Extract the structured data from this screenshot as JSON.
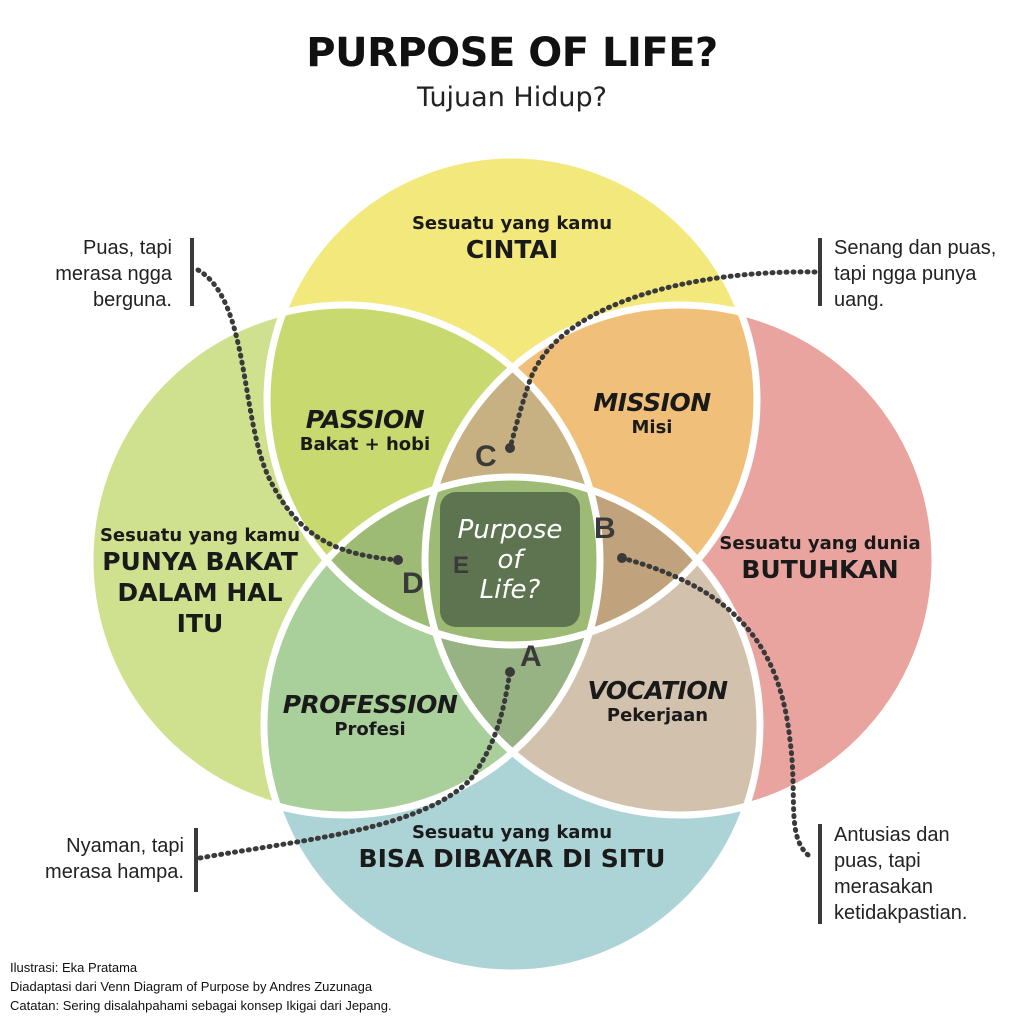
{
  "header": {
    "title": "PURPOSE OF LIFE?",
    "subtitle": "Tujuan Hidup?"
  },
  "circles": {
    "top": {
      "small": "Sesuatu yang kamu",
      "big": "CINTAI",
      "color": "#f2e87c"
    },
    "left": {
      "small": "Sesuatu yang kamu",
      "big_lines": [
        "PUNYA BAKAT",
        "DALAM HAL",
        "ITU"
      ],
      "color": "#cfe08f"
    },
    "right": {
      "small": "Sesuatu yang dunia",
      "big": "BUTUHKAN",
      "color": "#eaa4a0"
    },
    "bottom": {
      "small": "Sesuatu yang kamu",
      "big": "BISA DIBAYAR DI SITU",
      "color": "#acd3d6"
    }
  },
  "regions": {
    "passion": {
      "title": "PASSION",
      "sub": "Bakat + hobi",
      "color": "#c8d970"
    },
    "mission": {
      "title": "MISSION",
      "sub": "Misi",
      "color": "#f0c07a"
    },
    "profession": {
      "title": "PROFESSION",
      "sub": "Profesi",
      "color": "#a9cf9a"
    },
    "vocation": {
      "title": "VOCATION",
      "sub": "Pekerjaan",
      "color": "#d2c2ad"
    }
  },
  "letters": {
    "a": "A",
    "b": "B",
    "c": "C",
    "d": "D",
    "e": "E"
  },
  "center": {
    "lines": [
      "Purpose",
      "of",
      "Life?"
    ],
    "color": "#5e7350"
  },
  "notes": {
    "top_left": [
      "Puas, tapi",
      "merasa ngga",
      "berguna."
    ],
    "top_right": [
      "Senang dan puas,",
      "tapi ngga punya",
      "uang."
    ],
    "bottom_left": [
      "Nyaman, tapi",
      "merasa hampa."
    ],
    "bottom_right": [
      "Antusias dan",
      "puas, tapi",
      "merasakan",
      "ketidakpastian."
    ]
  },
  "credits": [
    "Ilustrasi: Eka Pratama",
    "Diadaptasi dari Venn Diagram of Purpose by Andres Zuzunaga",
    "Catatan: Sering disalahpahami sebagai konsep Ikigai dari Jepang."
  ]
}
